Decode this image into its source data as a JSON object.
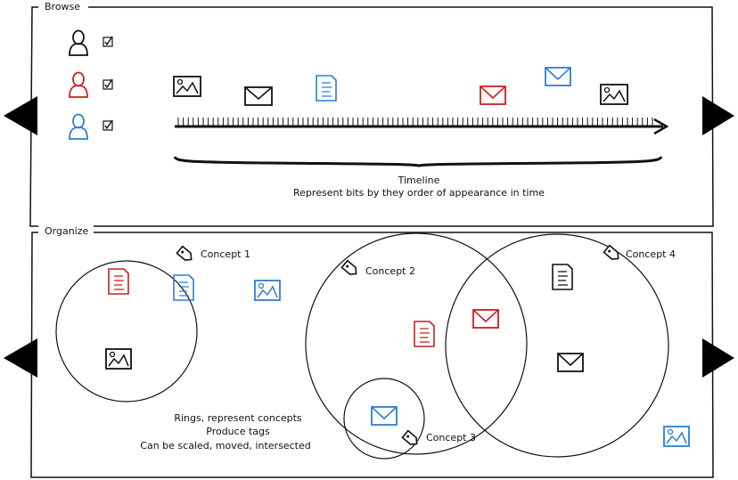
{
  "browse": {
    "title": "Browse",
    "users": [
      {
        "icon": "user-icon",
        "color": "#111111",
        "checked": true
      },
      {
        "icon": "user-icon",
        "color": "#cc1f1f",
        "checked": true
      },
      {
        "icon": "user-icon",
        "color": "#2e7dd1",
        "checked": true
      }
    ],
    "timeline_items": [
      {
        "icon": "image-icon",
        "color": "#111111"
      },
      {
        "icon": "mail-icon",
        "color": "#111111"
      },
      {
        "icon": "document-icon",
        "color": "#2e7dd1"
      },
      {
        "icon": "mail-icon",
        "color": "#cc1f1f"
      },
      {
        "icon": "mail-icon",
        "color": "#2e7dd1"
      },
      {
        "icon": "image-icon",
        "color": "#111111"
      }
    ],
    "caption_line1": "Timeline",
    "caption_line2": "Represent bits by they order of appearance in time"
  },
  "organize": {
    "title": "Organize",
    "concepts": [
      "Concept 1",
      "Concept 2",
      "Concept 3",
      "Concept 4"
    ],
    "caption_line1": "Rings, represent concepts",
    "caption_line2": "Produce tags",
    "caption_line3": "Can be scaled, moved, intersected"
  },
  "colors": {
    "black": "#111111",
    "red": "#cc1f1f",
    "blue": "#2e7dd1"
  }
}
